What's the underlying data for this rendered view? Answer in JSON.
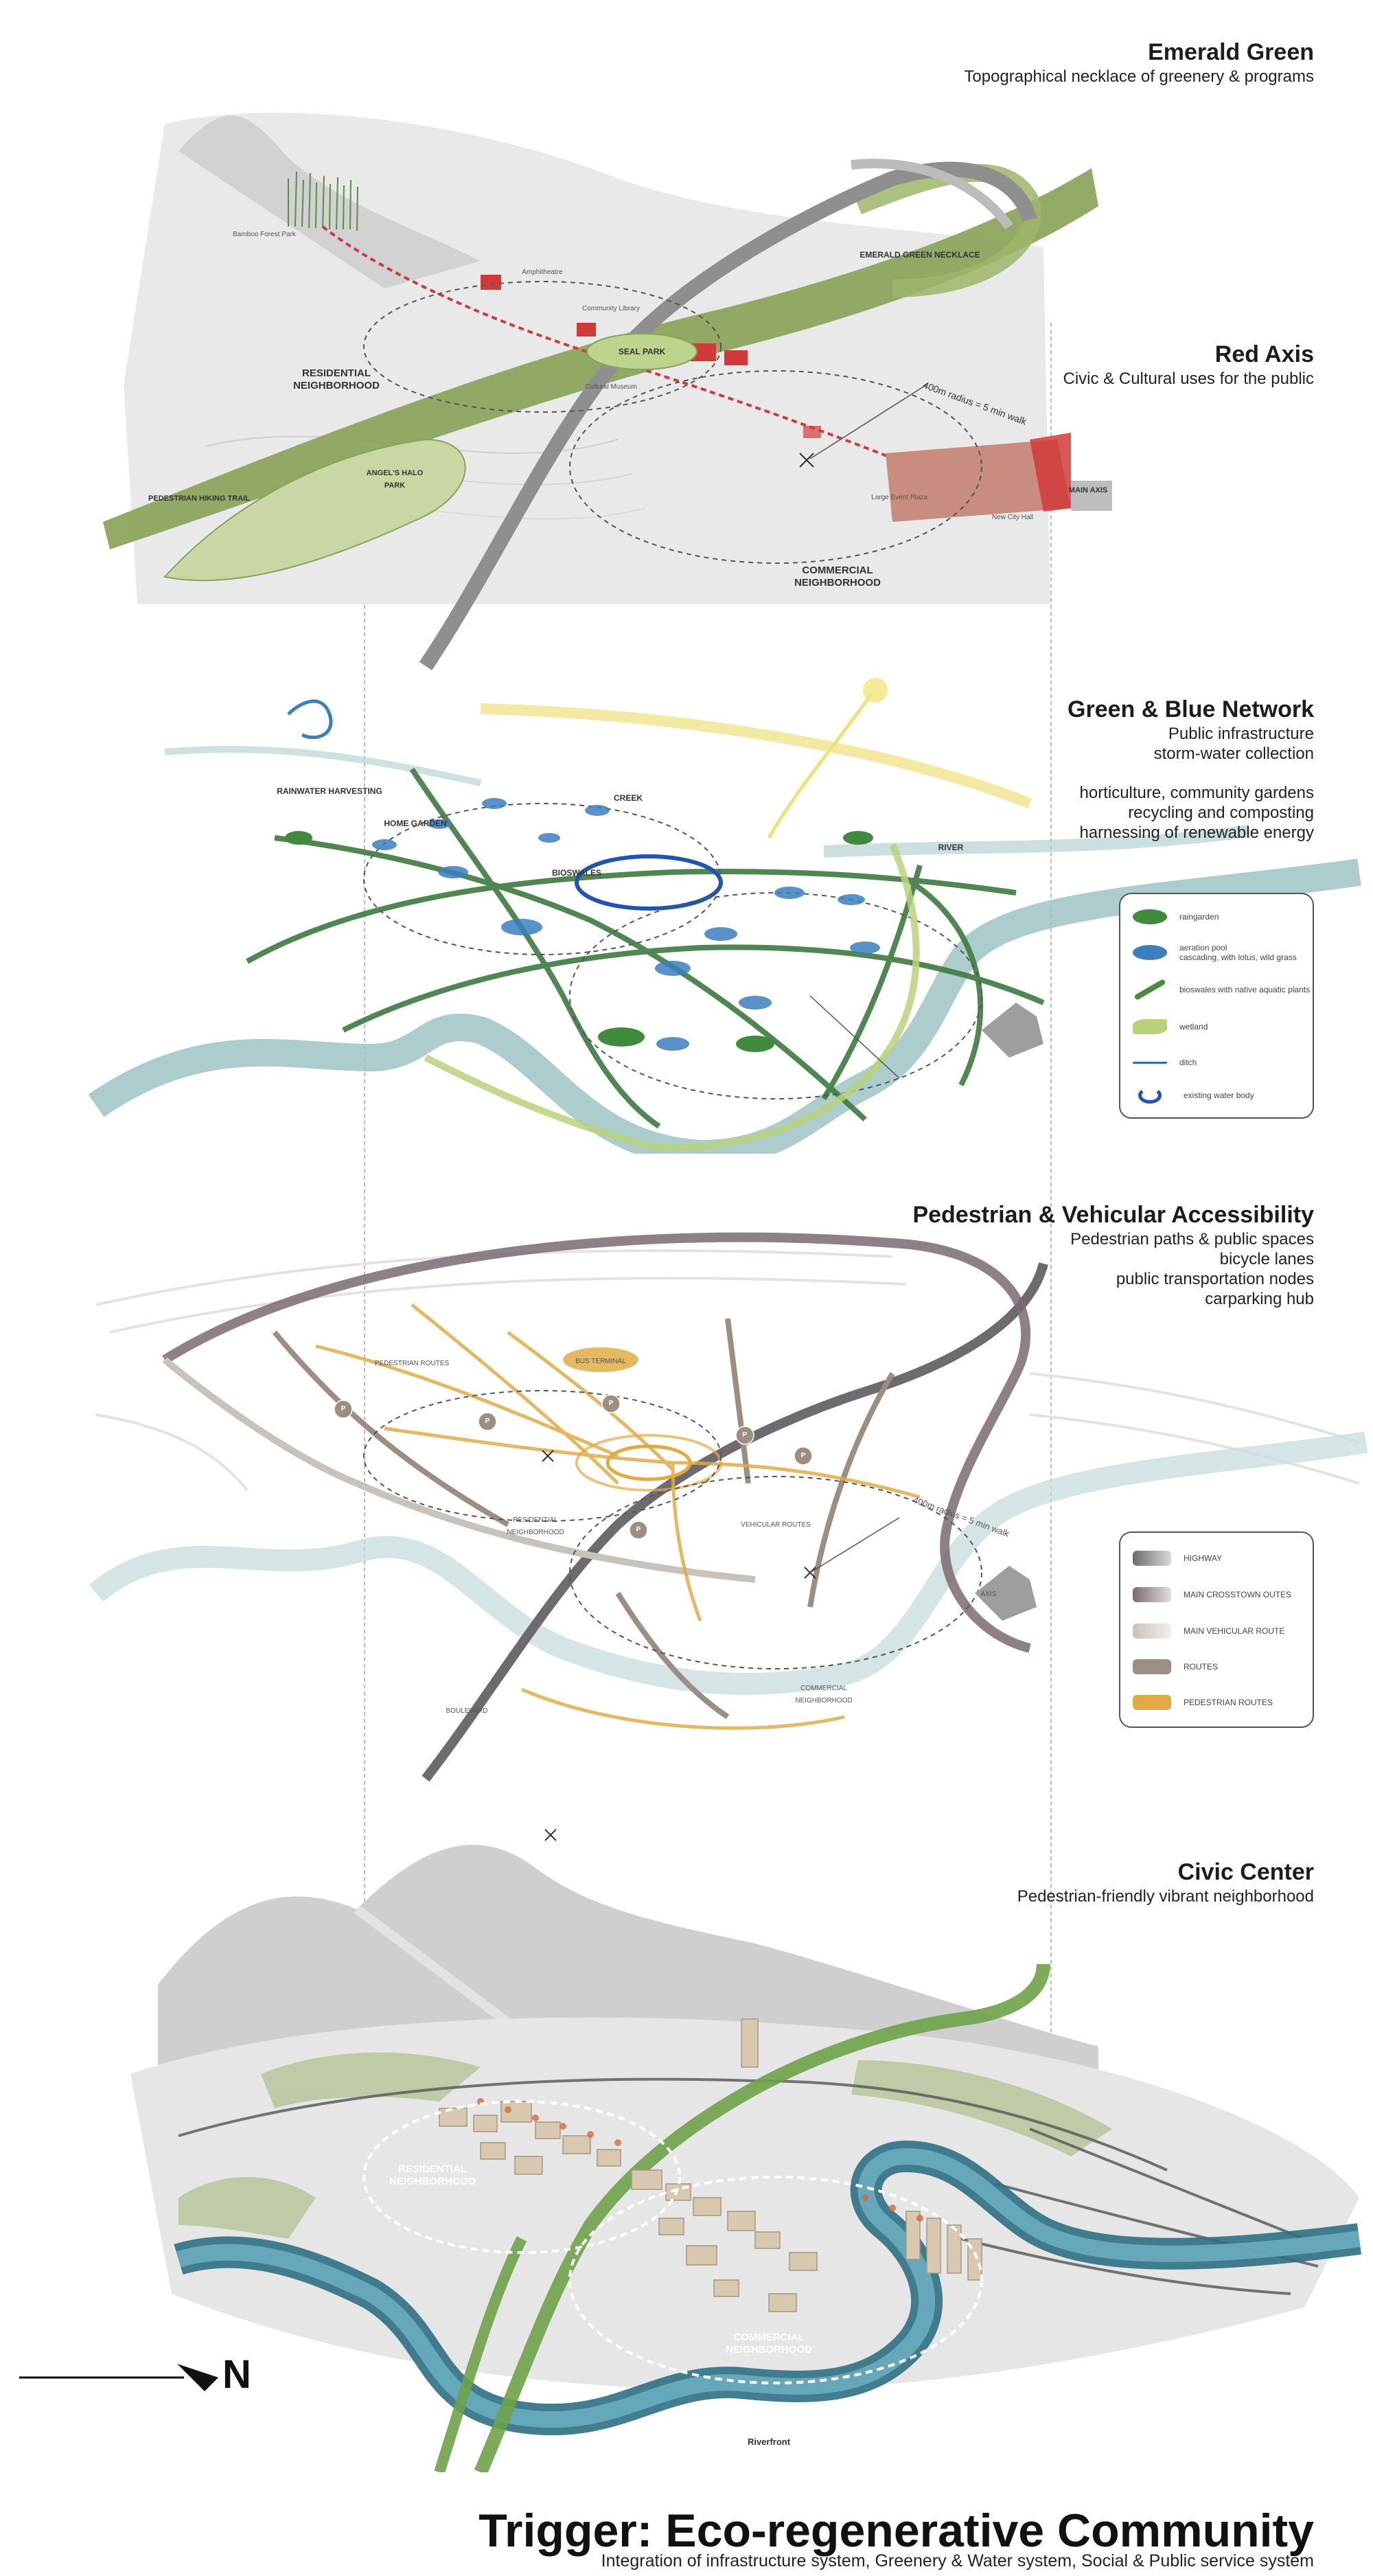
{
  "sections": {
    "emerald": {
      "title": "Emerald Green",
      "subtitle": "Topographical necklace of greenery & programs",
      "labels": {
        "residential": "RESIDENTIAL\nNEIGHBORHOOD",
        "commercial": "COMMERCIAL\nNEIGHBORHOOD",
        "seal_park": "SEAL PARK",
        "emerald_necklace": "EMERALD GREEN NECKLACE",
        "hiking_trail": "PEDESTRIAN HIKING TRAIL",
        "angels_halo": "ANGEL'S HALO\nPARK",
        "main_axis": "MAIN AXIS",
        "radius": "400m radius = 5 min walk",
        "new_city_hall": "New City Hall",
        "event_plaza": "Large Event Plaza",
        "bamboo_park": "Bamboo Forest Park",
        "community_library": "Community Library",
        "amphitheatre": "Amphitheatre",
        "cultural_museum": "Cultural Museum"
      }
    },
    "red_axis": {
      "title": "Red Axis",
      "subtitle": "Civic & Cultural uses for the public"
    },
    "green_blue": {
      "title": "Green & Blue Network",
      "lines": [
        "Public infrastructure",
        "storm-water collection"
      ],
      "lines2": [
        "horticulture, community gardens",
        "recycling and composting",
        "harnessing of renewable energy"
      ],
      "labels": {
        "rainwater": "RAINWATER HARVESTING",
        "home_garden": "HOME GARDEN",
        "creek": "CREEK",
        "river": "RIVER",
        "bioswales": "BIOSWALES"
      },
      "legend": [
        {
          "text": "raingarden",
          "color": "#3f8a3c"
        },
        {
          "text": "aeration pool\ncascading, with lotus, wild grass",
          "color": "#3b7fc0"
        },
        {
          "text": "bioswales with native aquatic plants",
          "color": "#4c8a44"
        },
        {
          "text": "wetland",
          "color": "#b8d27a"
        },
        {
          "text": "ditch",
          "color": "#2f6db5"
        },
        {
          "text": "existing water body",
          "color": "#1f55b0"
        }
      ]
    },
    "accessibility": {
      "title": "Pedestrian & Vehicular Accessibility",
      "lines": [
        "Pedestrian paths & public spaces",
        "bicycle lanes",
        "public transportation nodes",
        "carparking hub"
      ],
      "labels": {
        "ped_routes": "PEDESTRIAN ROUTES",
        "bus_terminal": "BUS TERMINAL",
        "residential": "RESIDENTIAL\nNEIGHBORHOOD",
        "vehicular_routes": "VEHICULAR ROUTES",
        "commercial": "COMMERCIAL\nNEIGHBORHOOD",
        "boulevard": "BOULEVARD",
        "axis": "AXIS",
        "radius": "400m radius = 5 min walk",
        "parking": "P"
      },
      "legend": [
        {
          "text": "HIGHWAY",
          "color": "#6d6b70"
        },
        {
          "text": "MAIN CROSSTOWN OUTES",
          "color": "#7a6a72"
        },
        {
          "text": "MAIN VEHICULAR ROUTE",
          "color": "#c9c2bb"
        },
        {
          "text": "ROUTES",
          "color": "#9c8e80"
        },
        {
          "text": "PEDESTRIAN ROUTES",
          "color": "#e0ab45"
        }
      ]
    },
    "civic": {
      "title": "Civic Center",
      "subtitle": "Pedestrian-friendly vibrant neighborhood",
      "labels": {
        "residential": "RESIDENTIAL\nNEIGHBORHOOD",
        "commercial": "COMMERCIAL\nNEIGHBORHOOD",
        "riverfront": "Riverfront"
      }
    }
  },
  "north_label": "N",
  "footer": {
    "title": "Trigger: Eco-regenerative Community",
    "subtitle": "Integration of infrastructure system, Greenery & Water system, Social & Public service system"
  },
  "colors": {
    "emerald": "#8aa35a",
    "red": "#d23a3a",
    "blue": "#3b7fc0",
    "river": "#9fc3c4",
    "pedestrian": "#e0ab45",
    "highway": "#6d6b70"
  }
}
